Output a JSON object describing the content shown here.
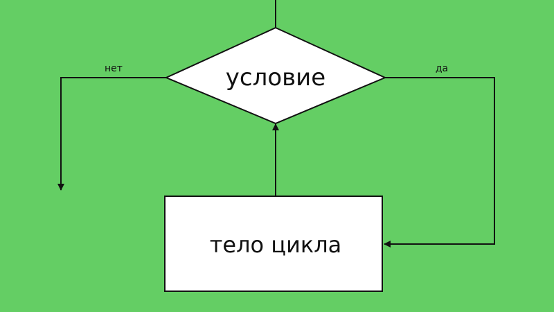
{
  "diagram": {
    "title": "Цикл с предусловием",
    "condition_label": "условие",
    "body_label": "тело цикла",
    "no_label": "нет",
    "yes_label": "да",
    "colors": {
      "background": "#64ce64",
      "shape_fill": "#ffffff",
      "stroke": "#111111"
    }
  }
}
